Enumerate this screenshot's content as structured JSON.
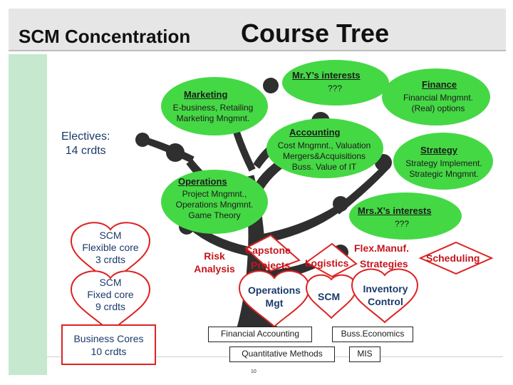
{
  "title": {
    "part1": "SCM Concentration",
    "part2": "Course Tree"
  },
  "electives": {
    "line1": "Electives:",
    "line2": "14 crdts"
  },
  "marketing": {
    "heading": "Marketing",
    "line1": "E-business, Retailing",
    "line2": "Marketing Mngmnt."
  },
  "mry": {
    "heading": "Mr.Y’s interests",
    "detail": "???"
  },
  "finance": {
    "heading": "Finance",
    "line1": "Financial Mngmnt.",
    "line2": "(Real) options"
  },
  "accounting": {
    "heading": "Accounting",
    "line1": "Cost Mngmnt., Valuation",
    "line2": "Mergers&Acquisitions",
    "line3": "Buss. Value of IT"
  },
  "strategy": {
    "heading": "Strategy",
    "line1": "Strategy Implement.",
    "line2": "Strategic Mngmnt."
  },
  "operations": {
    "heading": "Operations",
    "line1": "Project Mngmnt.,",
    "line2": "Operations Mngmnt.",
    "line3": "Game Theory"
  },
  "mrsx": {
    "heading": "Mrs.X’s interests",
    "detail": "???"
  },
  "scm_flexible": {
    "line1": "SCM",
    "line2": "Flexible core",
    "line3": "3 crdts"
  },
  "scm_fixed": {
    "line1": "SCM",
    "line2": "Fixed core",
    "line3": "9 crdts"
  },
  "business_cores": {
    "line1": "Business Cores",
    "line2": "10 crdts"
  },
  "flexible_courses": {
    "risk_line1": "Risk",
    "risk_line2": "Analysis",
    "capstone_line1": "Capstone",
    "capstone_line2": "Projects",
    "logistics": "Logistics",
    "flex_line1": "Flex.Manuf.",
    "flex_line2": "Strategies",
    "scheduling": "Scheduling"
  },
  "fixed_courses": {
    "ops_line1": "Operations",
    "ops_line2": "Mgt",
    "scm": "SCM",
    "inv_line1": "Inventory",
    "inv_line2": "Control"
  },
  "business_courses": {
    "financial_accounting": "Financial Accounting",
    "buss_economics": "Buss.Economics",
    "quantitative_methods": "Quantitative Methods",
    "mis": "MIS"
  },
  "page_number": "10",
  "colors": {
    "blob_green": "#45d845",
    "heart_border": "#dd2222",
    "tree_trunk": "#2f2f2f",
    "label_navy": "#1a3a6b",
    "label_red": "#c4161c",
    "stripe": "#c5e8cf"
  }
}
